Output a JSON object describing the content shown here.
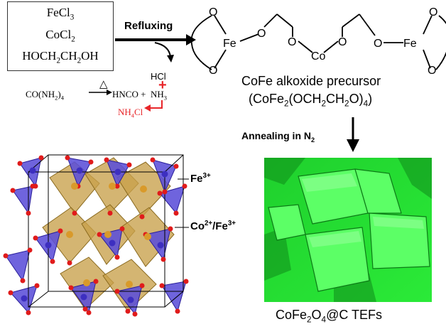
{
  "reagents": {
    "line1": [
      "FeCl",
      "3"
    ],
    "line2": [
      "CoCl",
      "2"
    ],
    "line3": [
      "HOCH",
      "2",
      "CH",
      "2",
      "OH"
    ]
  },
  "step1_label": "Refluxing",
  "precursor": {
    "label": "CoFe alkoxide precursor",
    "formula_parts": [
      "(CoFe",
      "2",
      "(OCH",
      "2",
      "CH",
      "2",
      "O)",
      "4",
      ")"
    ],
    "atoms": {
      "O": "O",
      "Fe": "Fe",
      "Co": "Co"
    }
  },
  "byproducts": {
    "hcl": "HCl",
    "plus_sign": "+",
    "urea": [
      "CO(NH",
      "2",
      ")",
      "4"
    ],
    "heat_symbol": "△",
    "hnco": "HNCO +",
    "nh3": [
      "NH",
      "3"
    ],
    "nh4cl": [
      "NH",
      "4",
      "Cl"
    ]
  },
  "step2_label": [
    "Annealing in N",
    "2"
  ],
  "crystal": {
    "fe_label": [
      "Fe",
      "3+"
    ],
    "co_fe_label": [
      "Co",
      "2+",
      "/Fe",
      "3+"
    ]
  },
  "product_label": [
    "CoFe",
    "2",
    "O",
    "4",
    "@C TEFs"
  ],
  "colors": {
    "accent_red": "#e8262a",
    "tetrahedra_blue": "#5b4fd8",
    "octahedra_gold": "#c8a04a",
    "oxygen_red": "#e01b1b",
    "micrograph_green": "#2bea38"
  }
}
